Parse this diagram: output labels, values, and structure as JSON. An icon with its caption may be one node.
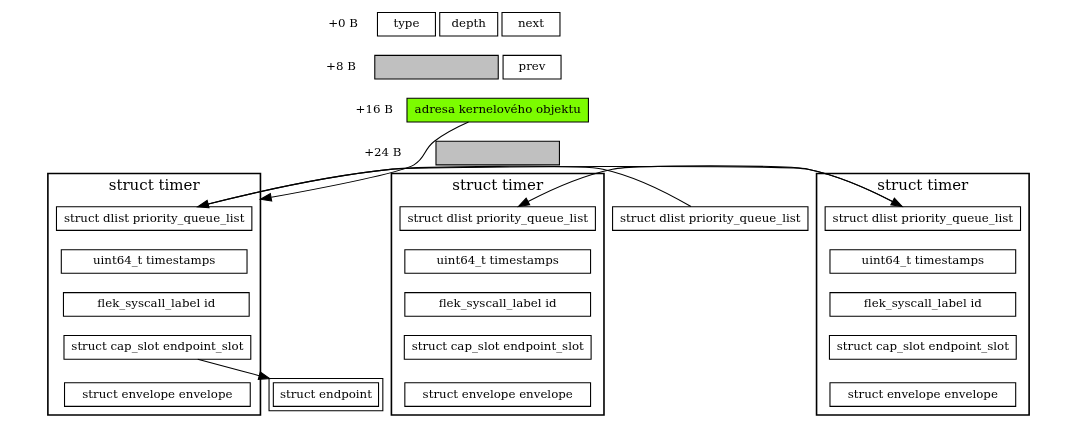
{
  "diagram": {
    "nodes": [
      {
        "text": [
          "type"
        ]
      },
      {
        "text": [
          "depth"
        ]
      },
      {
        "text": [
          "next"
        ]
      },
      {
        "text": [],
        "shape": "box"
      },
      {
        "text": [
          "prev"
        ]
      },
      {
        "text": [
          "adresa kernelového objektu"
        ]
      },
      {
        "text": [],
        "shape": "box"
      },
      {
        "text": [
          "struct timer"
        ]
      },
      {
        "text": [
          "struct dlist priority_queue_list"
        ],
        "in": 7
      },
      {
        "text": [
          "uint64_t timestamps"
        ],
        "in": 7
      },
      {
        "text": [
          "flek_syscall_label id"
        ],
        "in": 7
      },
      {
        "text": [
          "struct cap_slot endpoint_slot"
        ],
        "in": 7
      },
      {
        "text": [
          "struct envelope envelope"
        ],
        "in": 7
      },
      {
        "text": [
          "struct timer"
        ]
      },
      {
        "text": [
          "struct dlist priority_queue_list"
        ],
        "in": 13
      },
      {
        "text": [
          "uint64_t timestamps"
        ],
        "in": 13
      },
      {
        "text": [
          "flek_syscall_label id"
        ],
        "in": 13
      },
      {
        "text": [
          "struct cap_slot endpoint_slot"
        ],
        "in": 13
      },
      {
        "text": [
          "struct envelope envelope"
        ],
        "in": 13
      },
      {
        "text": [
          "struct timer"
        ]
      },
      {
        "text": [
          "struct dlist priority_queue_list"
        ],
        "in": 19
      },
      {
        "text": [
          "uint64_t timestamps"
        ],
        "in": 19
      },
      {
        "text": [
          "flek_syscall_label id"
        ],
        "in": 19
      },
      {
        "text": [
          "struct cap_slot endpoint_slot"
        ],
        "in": 19
      },
      {
        "text": [
          "struct envelope envelope"
        ],
        "in": 19
      },
      {
        "text": [
          "struct dlist priority_queue_list"
        ]
      },
      {
        "text": [
          "struct endpoint"
        ]
      }
    ],
    "edges": [
      {
        "from": 5,
        "to": 7,
        "arrow": "to"
      },
      {
        "from": 25,
        "to": 8,
        "arrow": "to"
      },
      {
        "from": 8,
        "to": 14,
        "arrow": "to"
      },
      {
        "from": 14,
        "to": 20,
        "arrow": "to"
      },
      {
        "from": 11,
        "to": 26,
        "arrow": "to"
      }
    ],
    "labels": [
      "+0 B",
      "+8 B",
      "+16 B",
      "+24 B"
    ]
  }
}
